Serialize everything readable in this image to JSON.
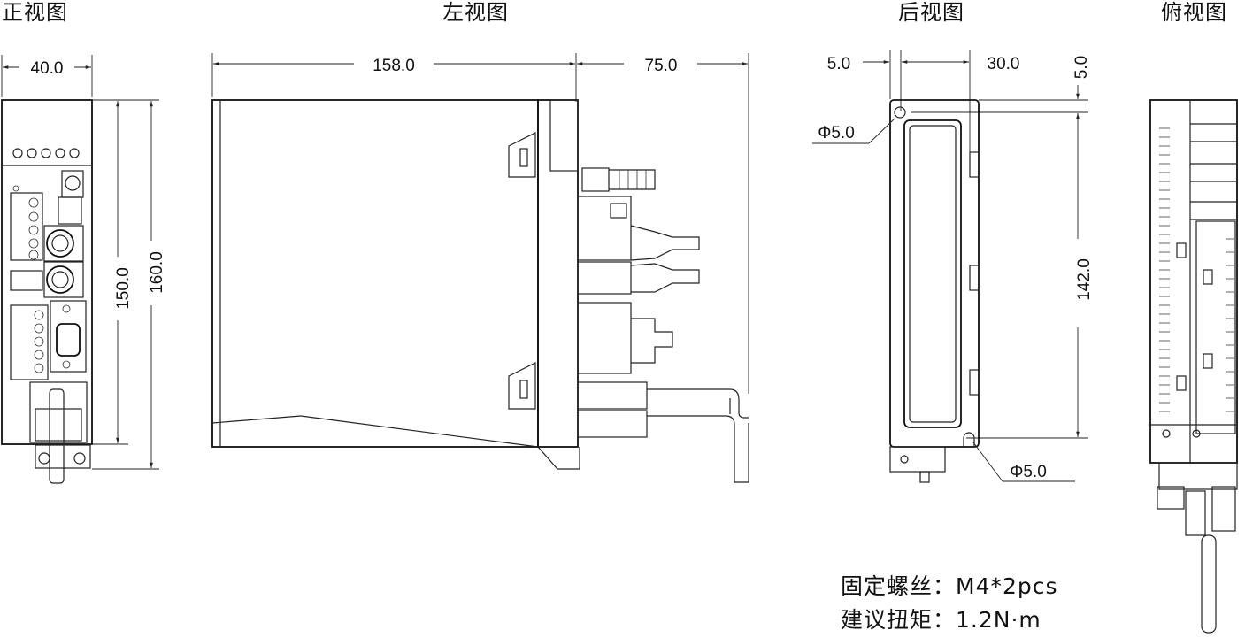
{
  "views": {
    "front": "正视图",
    "left": "左视图",
    "back": "后视图",
    "top": "俯视图"
  },
  "dimensions": {
    "front_width": "40.0",
    "front_height_inner": "150.0",
    "front_height_outer": "160.0",
    "left_depth": "158.0",
    "left_connector": "75.0",
    "back_offset": "5.0",
    "back_width": "30.0",
    "back_top_offset": "5.0",
    "back_hole_top": "Φ5.0",
    "back_hole_bottom": "Φ5.0",
    "back_hole_spacing": "142.0"
  },
  "notes": {
    "screw": "固定螺丝：M4*2pcs",
    "torque": "建议扭矩：1.2N·m"
  }
}
